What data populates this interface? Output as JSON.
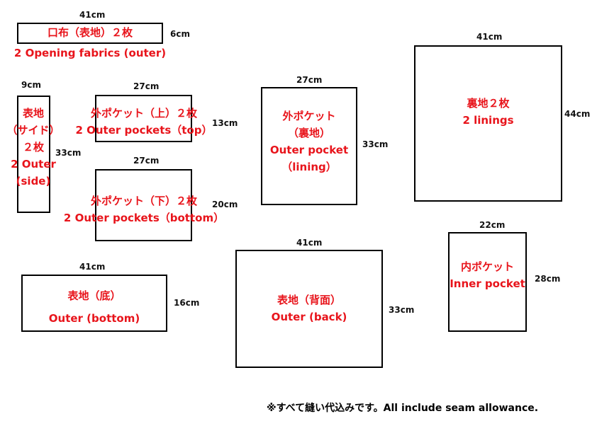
{
  "pieces": {
    "opening": {
      "width": "41cm",
      "height": "6cm",
      "label_jp": "口布（表地）２枚",
      "label_en": "2 Opening fabrics (outer)"
    },
    "outer_side": {
      "width": "9cm",
      "height": "33cm",
      "label_lines": [
        "表地",
        "（サイド）",
        "２枚",
        "2 Outer",
        "(side)"
      ]
    },
    "outer_pocket_top": {
      "width": "27cm",
      "height": "13cm",
      "label_jp": "外ポケット（上）２枚",
      "label_en": "2 Outer pockets（top）"
    },
    "outer_pocket_bottom": {
      "width": "27cm",
      "height": "20cm",
      "label_jp": "外ポケット（下）２枚",
      "label_en": "2 Outer pockets（bottom）"
    },
    "outer_pocket_lining": {
      "width": "27cm",
      "height": "33cm",
      "label_lines": [
        "外ポケット",
        "（裏地）",
        "Outer pocket",
        "（lining）"
      ]
    },
    "linings": {
      "width": "41cm",
      "height": "44cm",
      "label_jp": "裏地２枚",
      "label_en": "2 linings"
    },
    "outer_bottom": {
      "width": "41cm",
      "height": "16cm",
      "label_jp": "表地（底）",
      "label_en": "Outer (bottom)"
    },
    "outer_back": {
      "width": "41cm",
      "height": "33cm",
      "label_jp": "表地（背面）",
      "label_en": "Outer (back)"
    },
    "inner_pocket": {
      "width": "22cm",
      "height": "28cm",
      "label_jp": "内ポケット",
      "label_en": "Inner pocket"
    }
  },
  "footer_note": "※すべて縫い代込みです。All include seam allowance."
}
